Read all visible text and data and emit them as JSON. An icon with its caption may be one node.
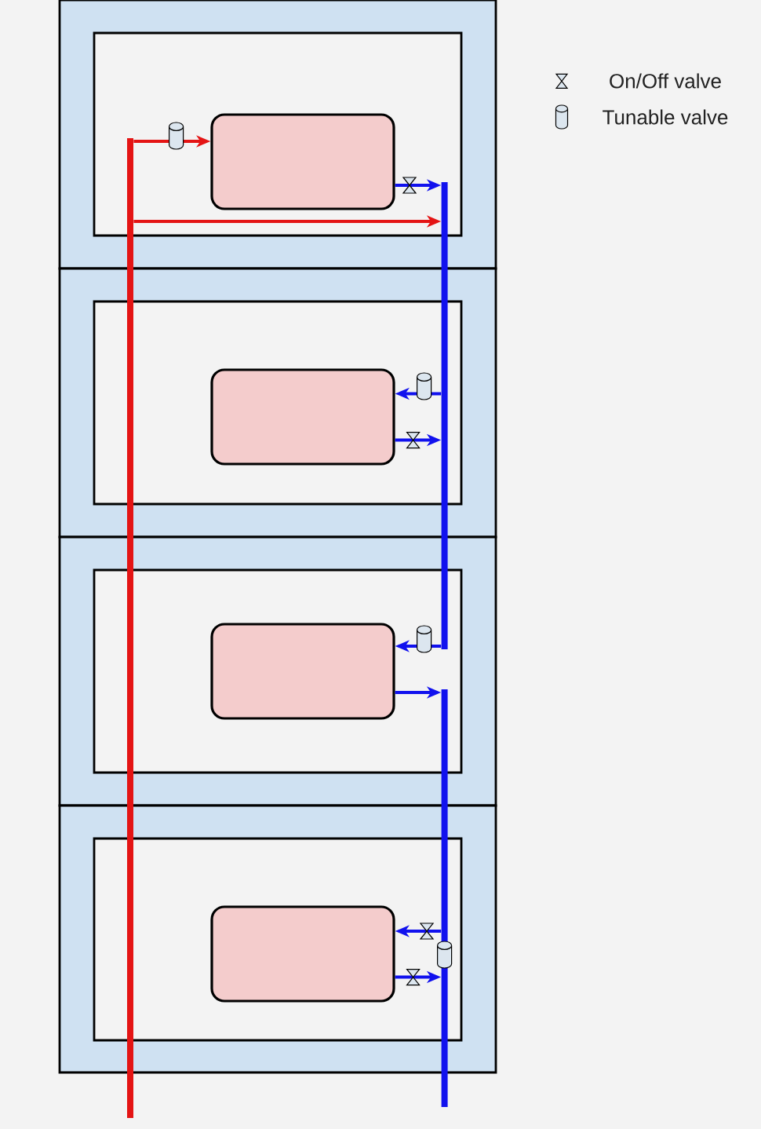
{
  "diagram": {
    "nodes": [
      {
        "text": [],
        "shape": "box"
      },
      {
        "text": [],
        "shape": "box",
        "in": 0
      },
      {
        "text": [],
        "shape": "box",
        "in": 1
      },
      {
        "text": [],
        "shape": "box"
      },
      {
        "text": [],
        "shape": "box",
        "in": 3
      },
      {
        "text": [],
        "shape": "box",
        "in": 4
      },
      {
        "text": [],
        "shape": "box"
      },
      {
        "text": [],
        "shape": "box",
        "in": 6
      },
      {
        "text": [],
        "shape": "box",
        "in": 7
      },
      {
        "text": [],
        "shape": "box"
      },
      {
        "text": [],
        "shape": "box",
        "in": 9
      },
      {
        "text": [],
        "shape": "box",
        "in": 10
      },
      {
        "text": [],
        "shape": "bar"
      },
      {
        "text": [],
        "shape": "bar"
      },
      {
        "text": [],
        "shape": "bar"
      }
    ],
    "edges": [
      {
        "from": 12,
        "to": 2,
        "arrow": "to",
        "color": "#e41414"
      },
      {
        "from": 2,
        "to": 13,
        "arrow": "to"
      },
      {
        "from": 12,
        "to": 13,
        "arrow": "to",
        "color": "#e41414"
      },
      {
        "from": 13,
        "to": 5,
        "arrow": "to"
      },
      {
        "from": 5,
        "to": 13,
        "arrow": "to"
      },
      {
        "from": 13,
        "to": 8,
        "arrow": "to"
      },
      {
        "from": 8,
        "to": 14,
        "arrow": "to"
      },
      {
        "from": 14,
        "to": 11,
        "arrow": "to"
      },
      {
        "from": 11,
        "to": 14,
        "arrow": "to"
      }
    ],
    "legend": [
      {
        "text": "On/Off valve"
      },
      {
        "text": "Tunable valve"
      }
    ]
  }
}
